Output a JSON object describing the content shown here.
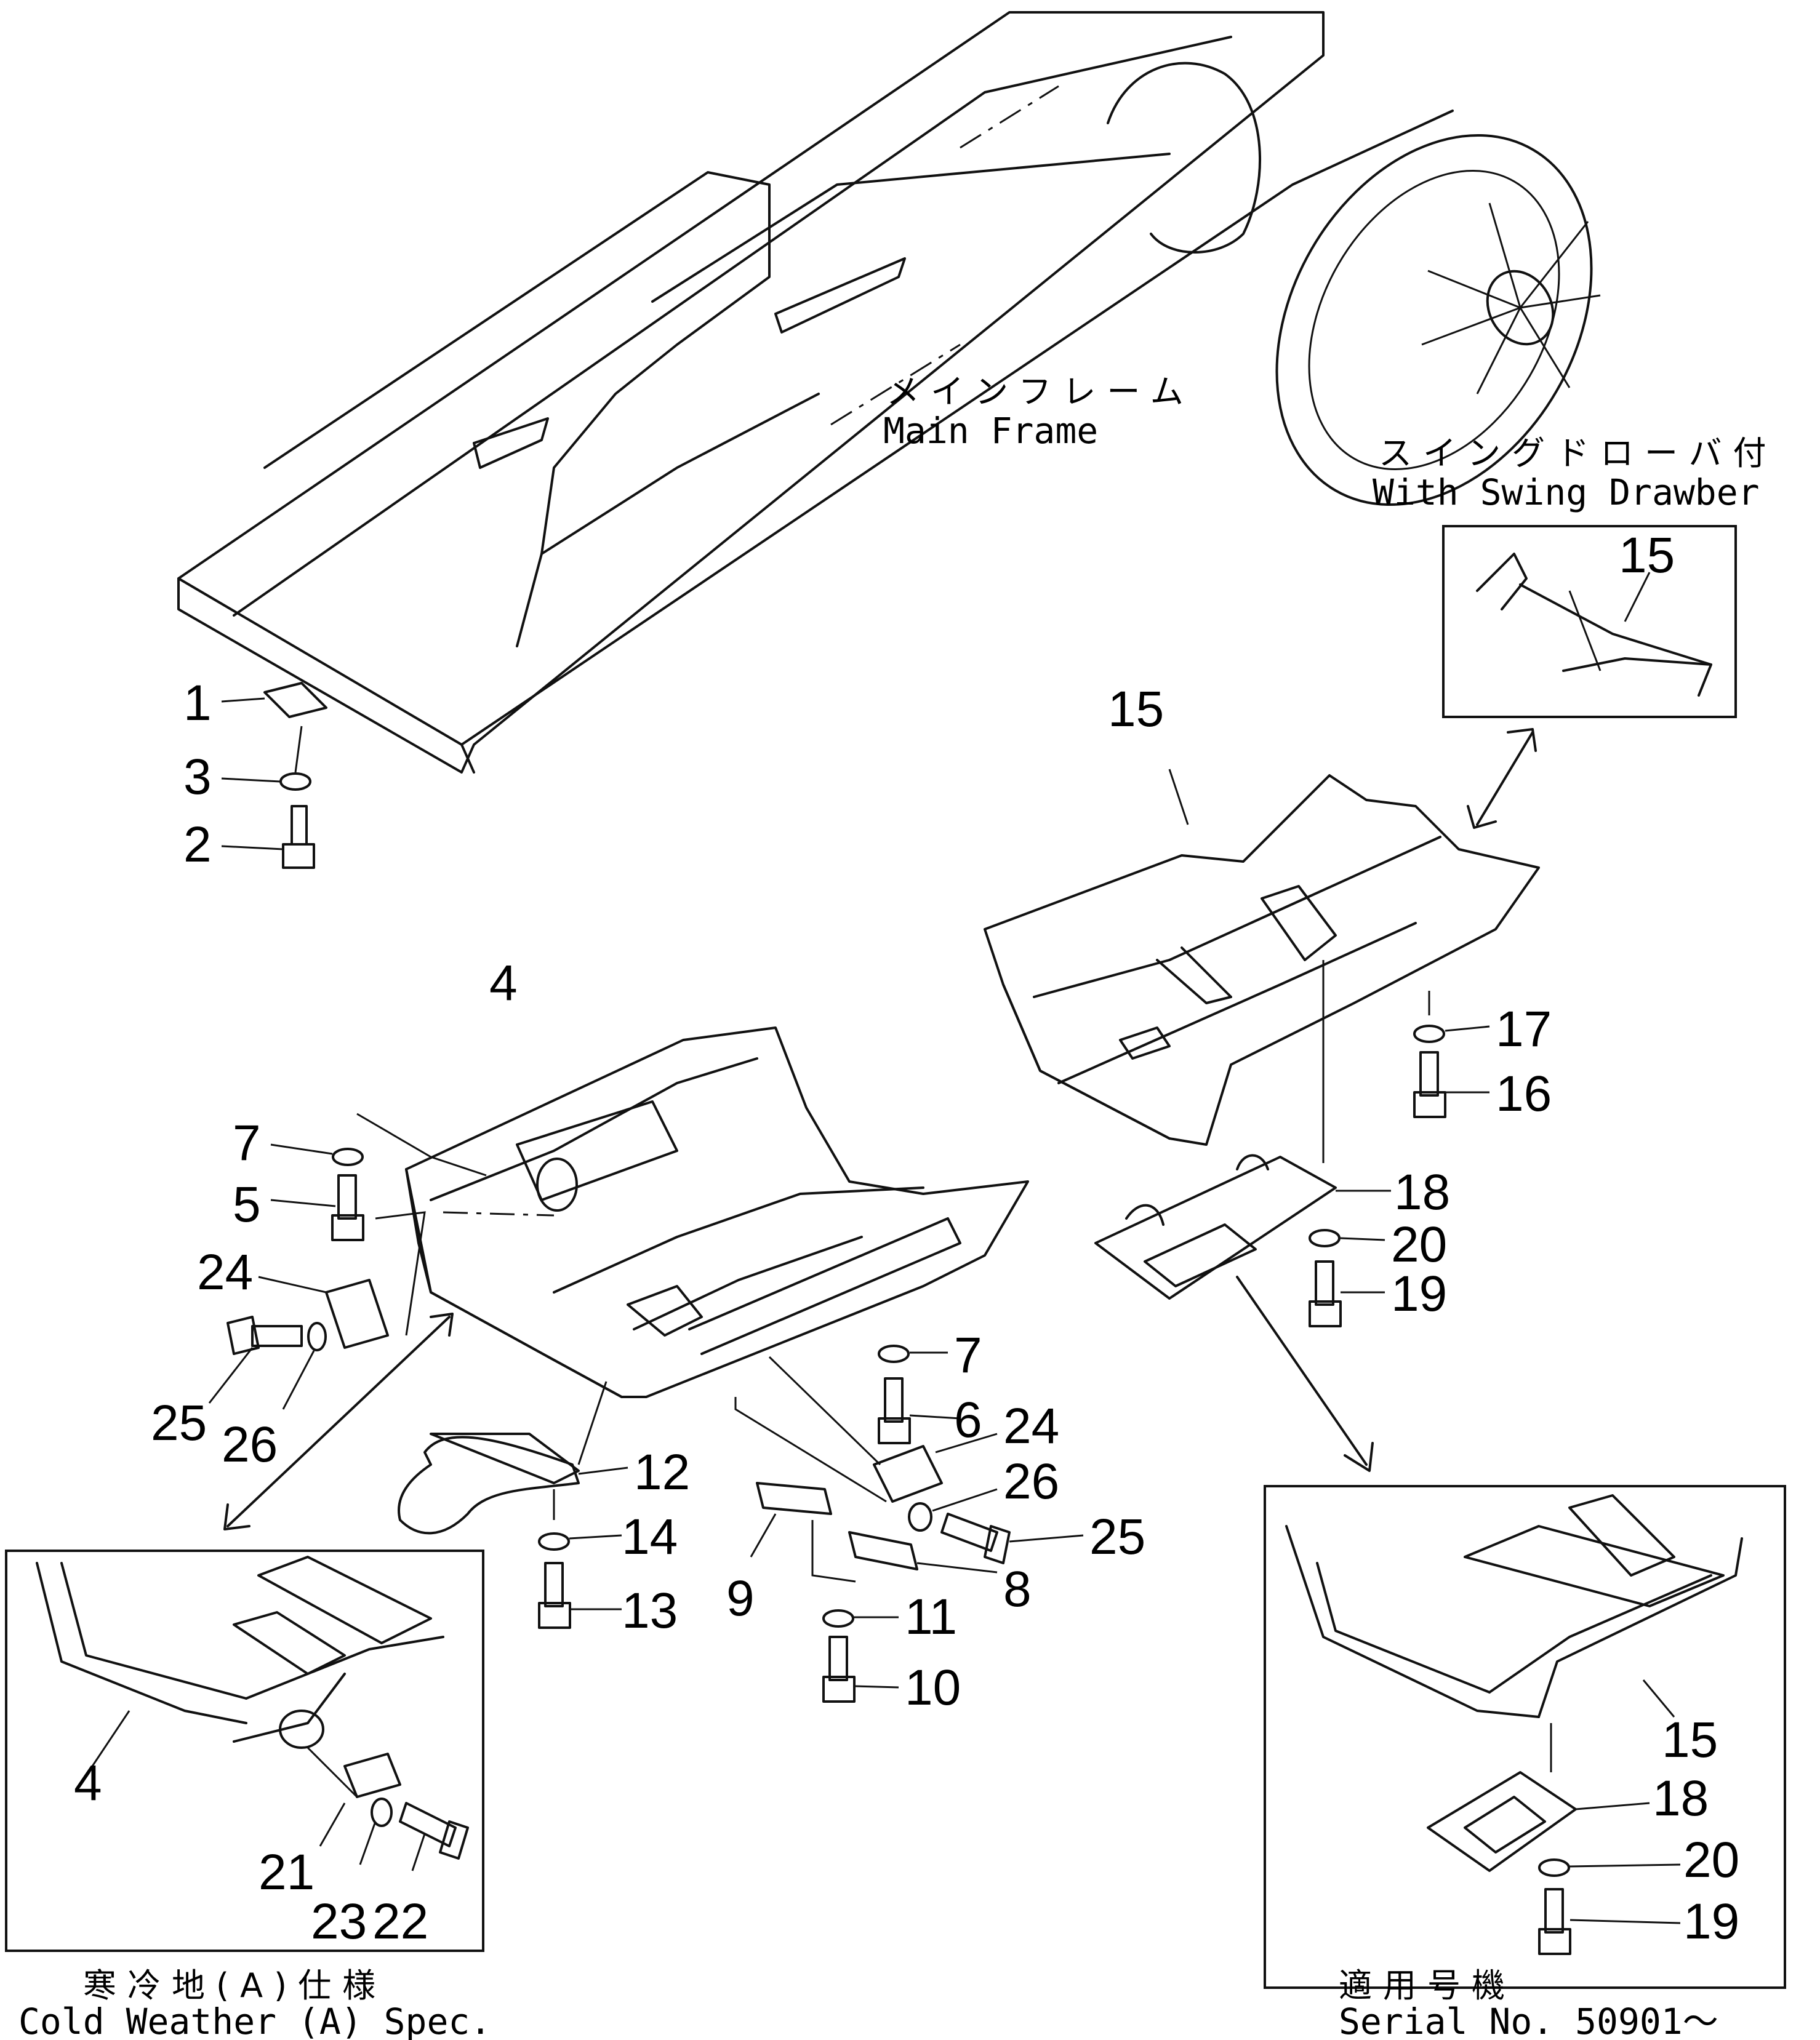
{
  "labels": {
    "main_frame_jp": "メインフレーム",
    "main_frame_en": "Main  Frame",
    "swing_jp": "スイングドローバ付",
    "swing_en": "With  Swing  Drawber",
    "cold_jp": "寒冷地(A)仕様",
    "cold_en": "Cold  Weather  (A)  Spec.",
    "serial_jp": "適用号機",
    "serial_en": "Serial  No. 50901～"
  },
  "callouts": [
    "1",
    "3",
    "2",
    "4",
    "7",
    "5",
    "24",
    "25",
    "26",
    "12",
    "14",
    "13",
    "9",
    "11",
    "10",
    "7",
    "6",
    "24",
    "26",
    "25",
    "8",
    "15",
    "17",
    "16",
    "18",
    "20",
    "19",
    "15",
    "4",
    "21",
    "23",
    "22",
    "15",
    "18",
    "20",
    "19"
  ]
}
